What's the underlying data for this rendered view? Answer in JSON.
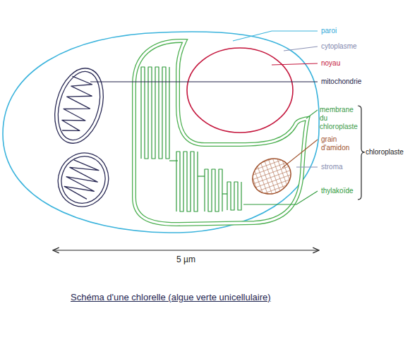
{
  "diagram": {
    "caption": "Schéma d'une chlorelle (algue verte unicellulaire)",
    "labels": [
      "paroi",
      "cytoplasme",
      "noyau",
      "mitochondrie",
      "membrane du chloroplaste",
      "grain d'amidon",
      "stroma",
      "thylakoïde",
      "chloroplaste",
      "5 µm"
    ]
  }
}
